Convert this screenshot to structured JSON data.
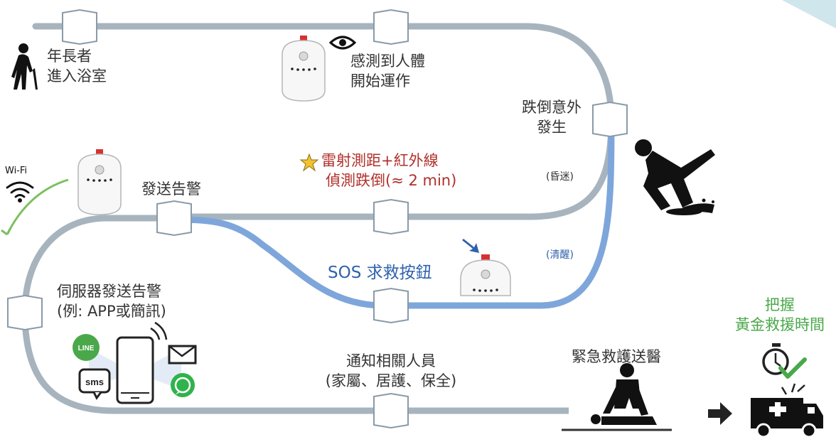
{
  "steps": {
    "elder_enter": [
      "年長者",
      "進入浴室"
    ],
    "sensor_start": [
      "感測到人體",
      "開始運作"
    ],
    "fall_event": [
      "跌倒意外",
      "發生"
    ],
    "detect": [
      "雷射測距+紅外線",
      "偵測跌倒(≈ 2 min)"
    ],
    "send_alert": "發送告警",
    "sos_button": "SOS 求救按鈕",
    "server_alert": [
      "伺服器發送告警",
      "(例: APP或簡訊)"
    ],
    "notify": [
      "通知相關人員",
      "(家屬、居護、保全)"
    ],
    "emergency": "緊急救護送醫",
    "golden_time": [
      "把握",
      "黃金救援時間"
    ]
  },
  "states": {
    "unconscious": "(昏迷)",
    "conscious": "(清醒)"
  },
  "wifi_label": "Wi-Fi",
  "app_badges": {
    "line": "LINE",
    "sms": "sms"
  },
  "colors": {
    "track_gray": "#a7b4be",
    "track_blue": "#7ea6da",
    "hex_stroke": "#8a9aa8",
    "text": "#333333",
    "red_text": "#b0302b",
    "blue_text": "#2f62ad",
    "green": "#4aa84a",
    "corner_accent": "#cfe6ec"
  },
  "icons": [
    "elderly-person-icon",
    "eye-icon",
    "sensor-device-icon",
    "falling-person-icon",
    "star-icon",
    "wifi-icon",
    "phone-icon",
    "line-icon",
    "sms-icon",
    "mail-icon",
    "whatsapp-icon",
    "cpr-icon",
    "arrow-right-icon",
    "stopwatch-icon",
    "ambulance-icon",
    "pointer-arrow-icon"
  ]
}
